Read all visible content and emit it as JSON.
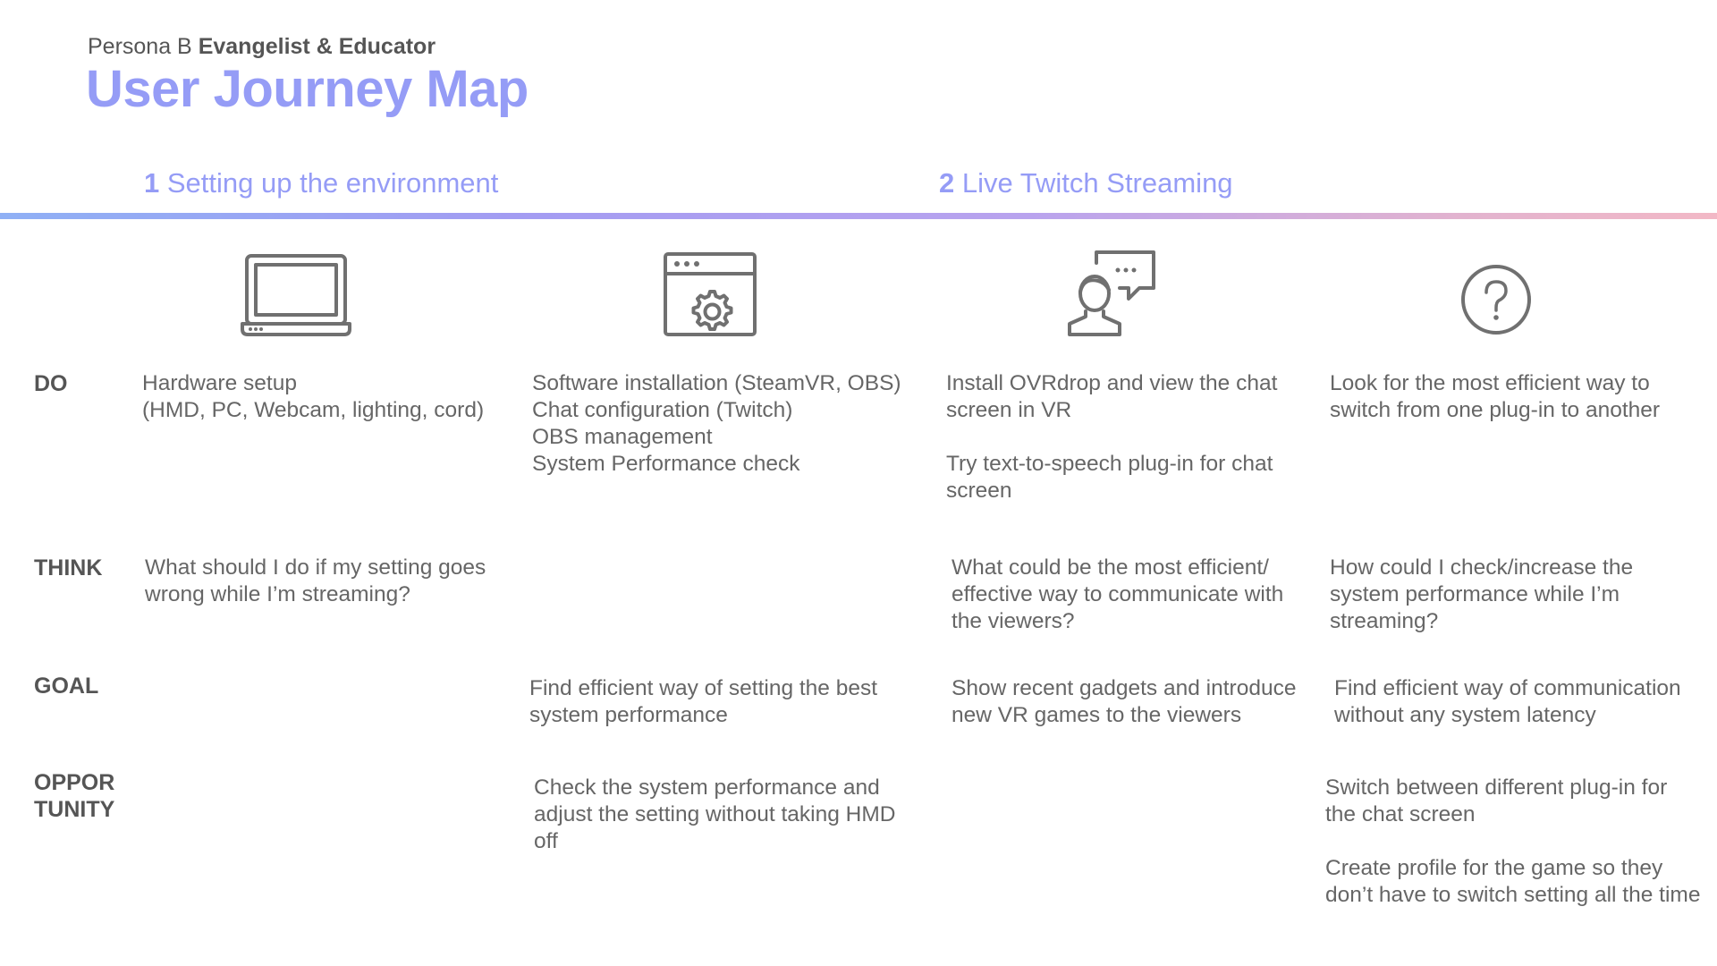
{
  "header": {
    "persona_prefix": "Persona B",
    "persona_name": "Evangelist & Educator",
    "title": "User Journey Map"
  },
  "phases": [
    {
      "number": "1",
      "label": "Setting up the environment"
    },
    {
      "number": "2",
      "label": "Live Twitch Streaming"
    }
  ],
  "icons": [
    "laptop-icon",
    "browser-settings-icon",
    "user-chat-icon",
    "question-icon"
  ],
  "colors": {
    "accent": "#959cf6",
    "text": "#666666",
    "label": "#555555",
    "icon": "#707070",
    "timeline_start": "#8fb0f5",
    "timeline_end": "#f2b8c6"
  },
  "rows": {
    "do": {
      "label": "DO",
      "cells": [
        "Hardware setup\n(HMD, PC, Webcam, lighting, cord)",
        "Software installation (SteamVR, OBS)\nChat configuration (Twitch)\nOBS management\nSystem Performance check",
        "Install OVRdrop and view the chat screen in VR\n\nTry text-to-speech plug-in for chat screen",
        "Look for the most efficient way to switch from one plug-in to another"
      ]
    },
    "think": {
      "label": "THINK",
      "cells": [
        "What should I do if my setting goes wrong while I’m streaming?",
        "",
        "What could be the most efficient/ effective way to communicate with the viewers?",
        "How could I check/increase the system performance while I’m streaming?"
      ]
    },
    "goal": {
      "label": "GOAL",
      "cells": [
        "",
        "Find efficient way of setting the best system performance",
        "Show recent gadgets and introduce new VR games to the viewers",
        "Find efficient way of communication without any system latency"
      ]
    },
    "opportunity": {
      "label": "OPPOR\nTUNITY",
      "cells": [
        "",
        "Check the system performance and adjust the setting without taking HMD off",
        "",
        "Switch between different plug-in for the chat screen\n\nCreate profile for the game so they don’t have to switch setting all the time"
      ]
    }
  }
}
